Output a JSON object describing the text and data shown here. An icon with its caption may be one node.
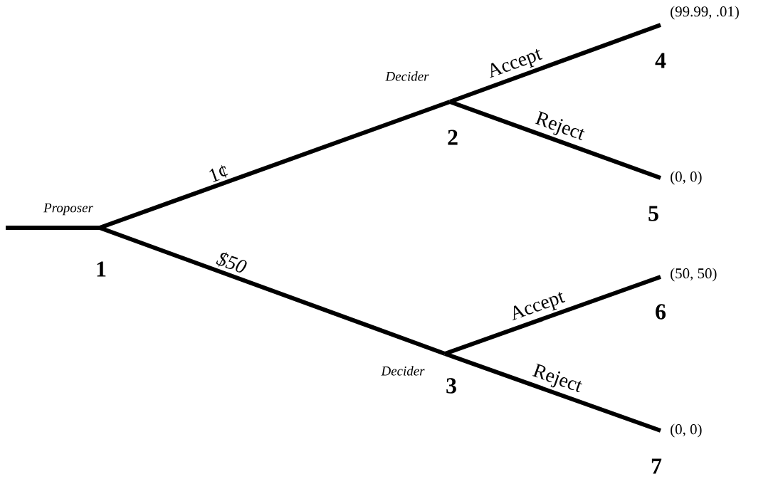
{
  "diagram": {
    "nodes": [
      {
        "text": [
          "1"
        ],
        "beside": [
          "Proposer"
        ]
      },
      {
        "text": [
          "2"
        ],
        "beside": [
          "Decider"
        ]
      },
      {
        "text": [
          "3"
        ],
        "beside": [
          "Decider"
        ]
      },
      {
        "text": [
          "4"
        ],
        "beside": [
          "(99.99, .01)"
        ]
      },
      {
        "text": [
          "5"
        ],
        "beside": [
          "(0, 0)"
        ]
      },
      {
        "text": [
          "6"
        ],
        "beside": [
          "(50, 50)"
        ]
      },
      {
        "text": [
          "7"
        ],
        "beside": [
          "(0, 0)"
        ]
      }
    ],
    "edges": [
      {
        "from": null,
        "to": 0,
        "arrow": "none"
      },
      {
        "from": 0,
        "to": 1,
        "arrow": "none",
        "label": "1¢"
      },
      {
        "from": 0,
        "to": 2,
        "arrow": "none",
        "label": "$50"
      },
      {
        "from": 1,
        "to": 3,
        "arrow": "none",
        "label": "Accept"
      },
      {
        "from": 1,
        "to": 4,
        "arrow": "none",
        "label": "Reject"
      },
      {
        "from": 2,
        "to": 5,
        "arrow": "none",
        "label": "Accept"
      },
      {
        "from": 2,
        "to": 6,
        "arrow": "none",
        "label": "Reject"
      }
    ]
  }
}
